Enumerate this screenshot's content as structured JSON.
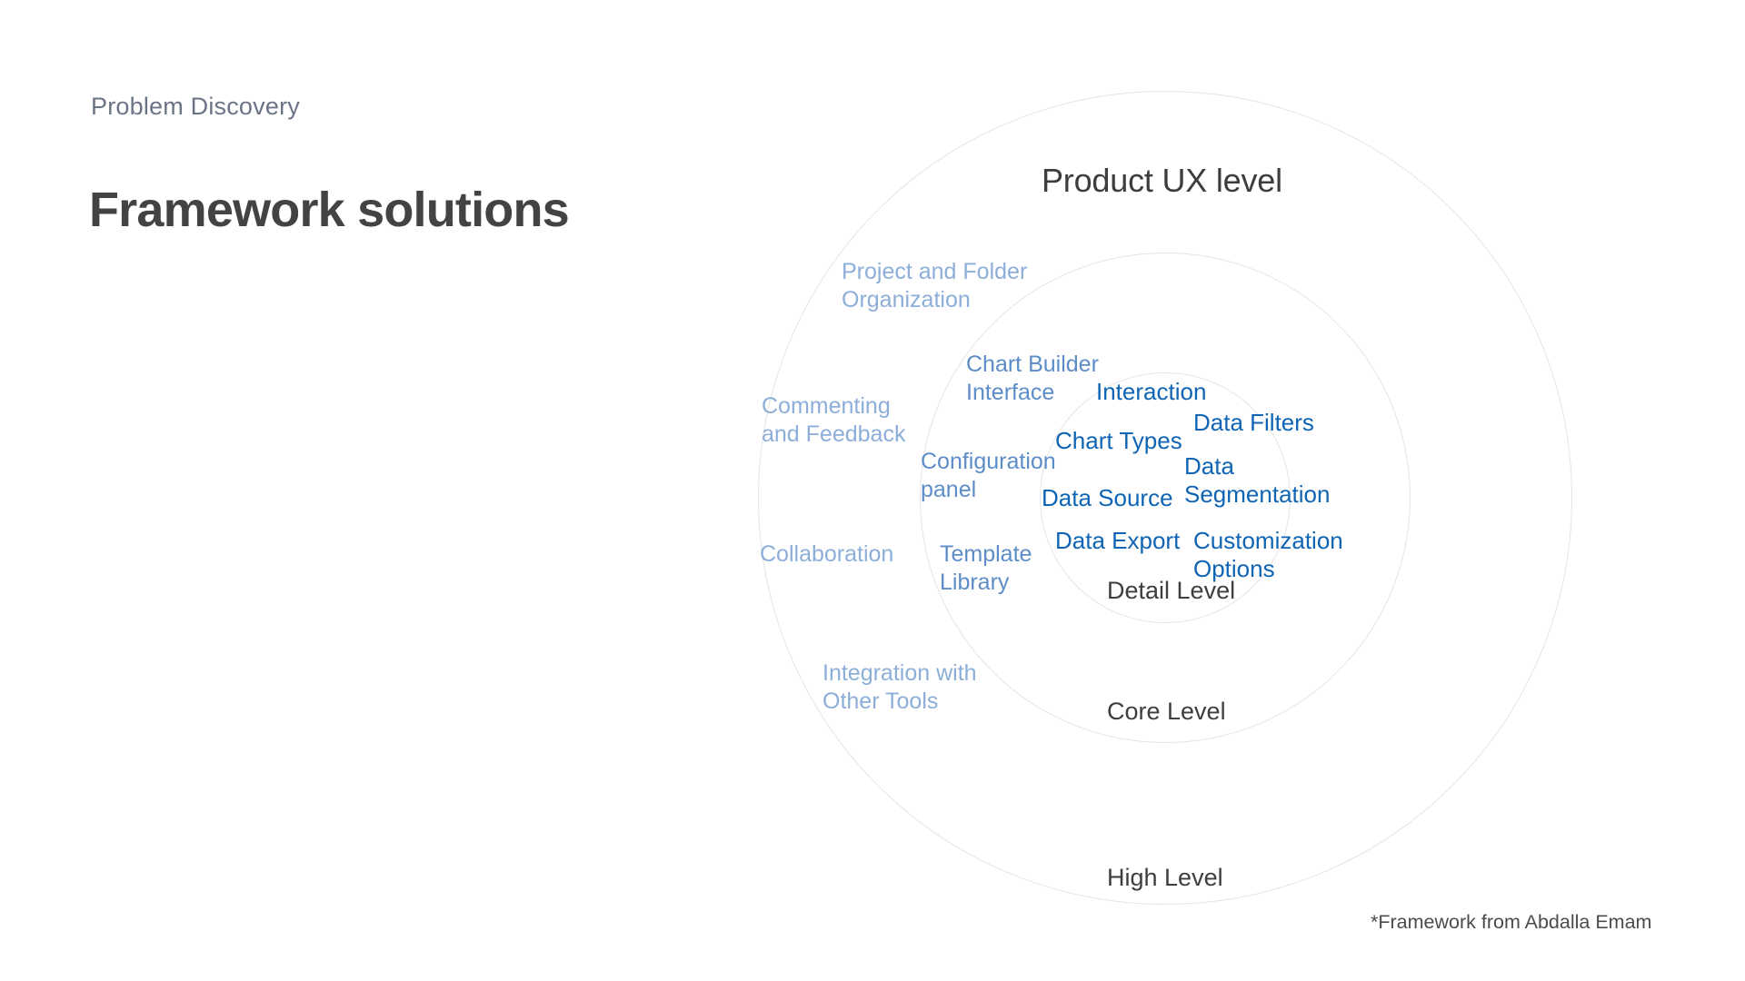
{
  "page": {
    "eyebrow": "Problem Discovery",
    "title": "Framework solutions",
    "footnote": "*Framework from Abdalla Emam"
  },
  "diagram": {
    "title": "Product UX level",
    "colors": {
      "outer_label": "#8caed9",
      "middle_label": "#5d8dc7",
      "inner_label": "#0f64b4",
      "level_label": "#3e3e3e",
      "ring_stroke": "#e4e4e8",
      "heading": "#3d3d3d"
    },
    "outer_ring": {
      "level_label": "High Level",
      "items": {
        "project": "Project and Folder\nOrganization",
        "commenting": "Commenting\nand Feedback",
        "collaboration": "Collaboration",
        "integration": "Integration with\nOther Tools"
      }
    },
    "middle_ring": {
      "level_label": "Core Level",
      "items": {
        "chart_builder": "Chart Builder\nInterface",
        "configuration": "Configuration\npanel",
        "template": "Template\nLibrary"
      }
    },
    "inner_ring": {
      "level_label": "Detail Level",
      "items": {
        "interaction": "Interaction",
        "data_filters": "Data Filters",
        "chart_types": "Chart Types",
        "data_segmentation": "Data\nSegmentation",
        "data_source": "Data Source",
        "data_export": "Data Export",
        "customization": "Customization\nOptions"
      }
    }
  }
}
